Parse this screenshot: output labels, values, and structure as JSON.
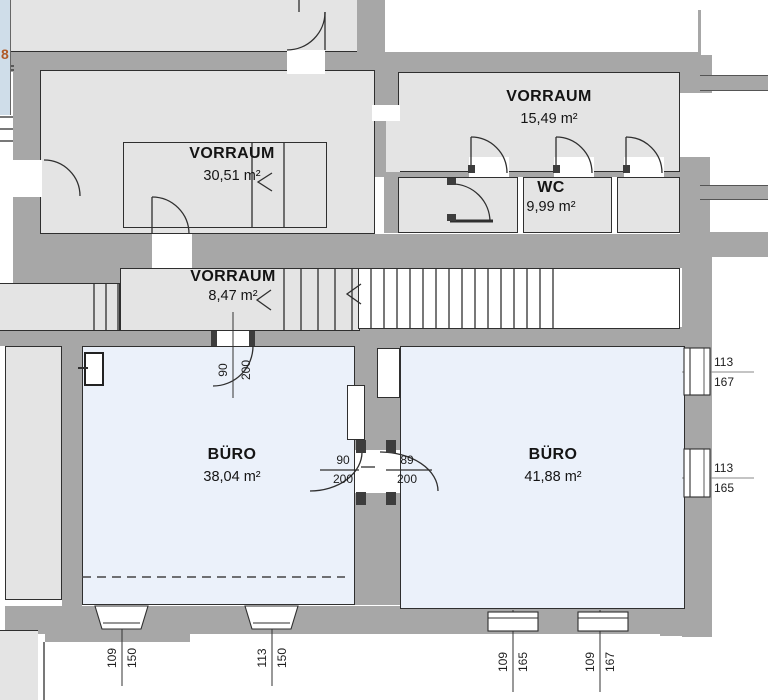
{
  "plan": {
    "rooms": [
      {
        "name": "VORRAUM",
        "area": "30,51 m²"
      },
      {
        "name": "VORRAUM",
        "area": "15,49 m²"
      },
      {
        "name": "WC",
        "area": "9,99 m²"
      },
      {
        "name": "VORRAUM",
        "area": "8,47 m²"
      },
      {
        "name": "BÜRO",
        "area": "38,04 m²"
      },
      {
        "name": "BÜRO",
        "area": "41,88 m²"
      }
    ],
    "door_dims": {
      "entry_num": "90",
      "entry_den": "200",
      "dbl_left_num": "90",
      "dbl_left_den": "200",
      "dbl_right_num": "89",
      "dbl_right_den": "200"
    },
    "window_dims": {
      "right_top_num": "113",
      "right_top_den": "167",
      "right_bot_num": "113",
      "right_bot_den": "165",
      "b1_left_num": "109",
      "b1_left_den": "150",
      "b1_right_num": "113",
      "b1_right_den": "150",
      "b2_left_num": "109",
      "b2_left_den": "165",
      "b2_right_num": "109",
      "b2_right_den": "167"
    },
    "misc": {
      "edge_label": "8"
    },
    "colors": {
      "wall": "#a7a7a7",
      "room_fill": "#e4e4e4",
      "office_fill": "#ebf1fa",
      "outline": "#2f2f2f",
      "edge_label_color": "#b05a28",
      "strip": "#cfdde9"
    }
  }
}
